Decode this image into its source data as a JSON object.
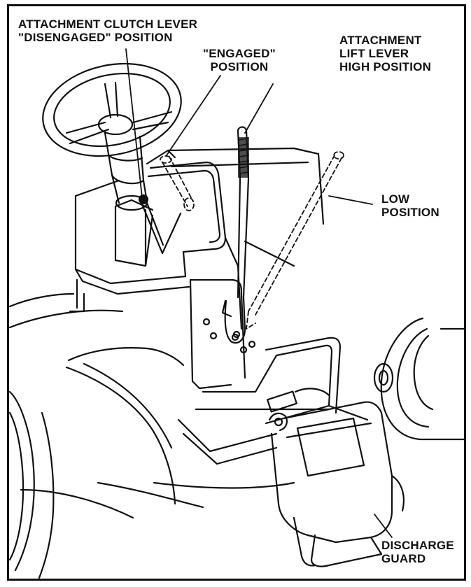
{
  "labels": {
    "clutch_disengaged": [
      "ATTACHMENT CLUTCH LEVER",
      "\"DISENGAGED\" POSITION"
    ],
    "engaged": [
      "\"ENGAGED\"",
      "POSITION"
    ],
    "lift_high": [
      "ATTACHMENT",
      "LIFT LEVER",
      "HIGH POSITION"
    ],
    "low": [
      "LOW",
      "POSITION"
    ],
    "discharge_guard": [
      "DISCHARGE",
      "GUARD"
    ]
  }
}
